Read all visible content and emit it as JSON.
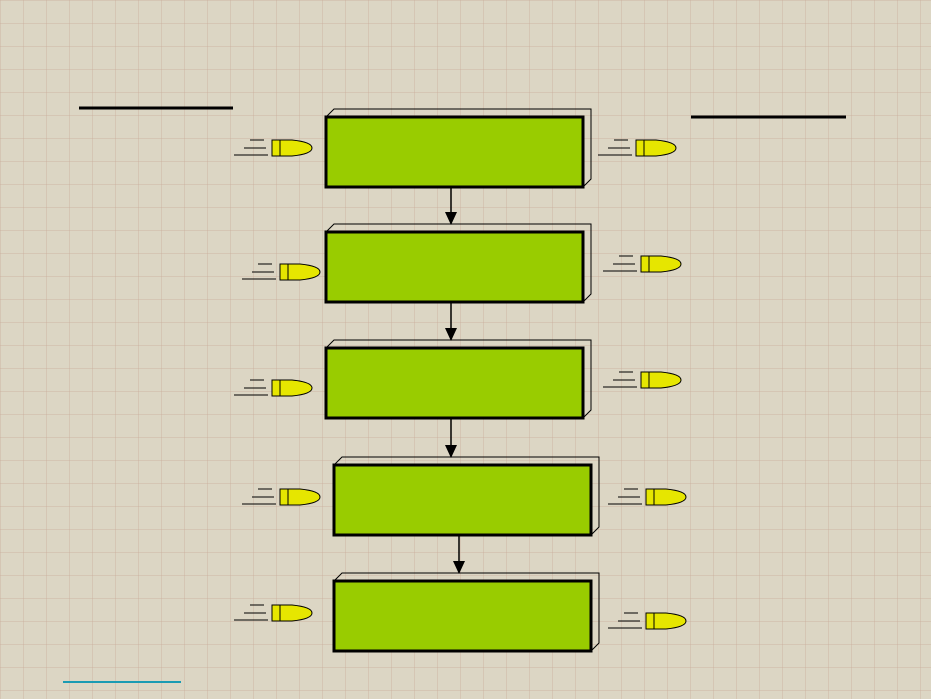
{
  "colors": {
    "background": "#dcd6c4",
    "box_fill": "#99cc00",
    "bullet_fill": "#e6e600",
    "outline": "#000000",
    "footer_line": "#1a9bb3"
  },
  "diagram": {
    "type": "vertical-flow",
    "boxes": 5,
    "arrows": 4,
    "bullets": 10
  }
}
